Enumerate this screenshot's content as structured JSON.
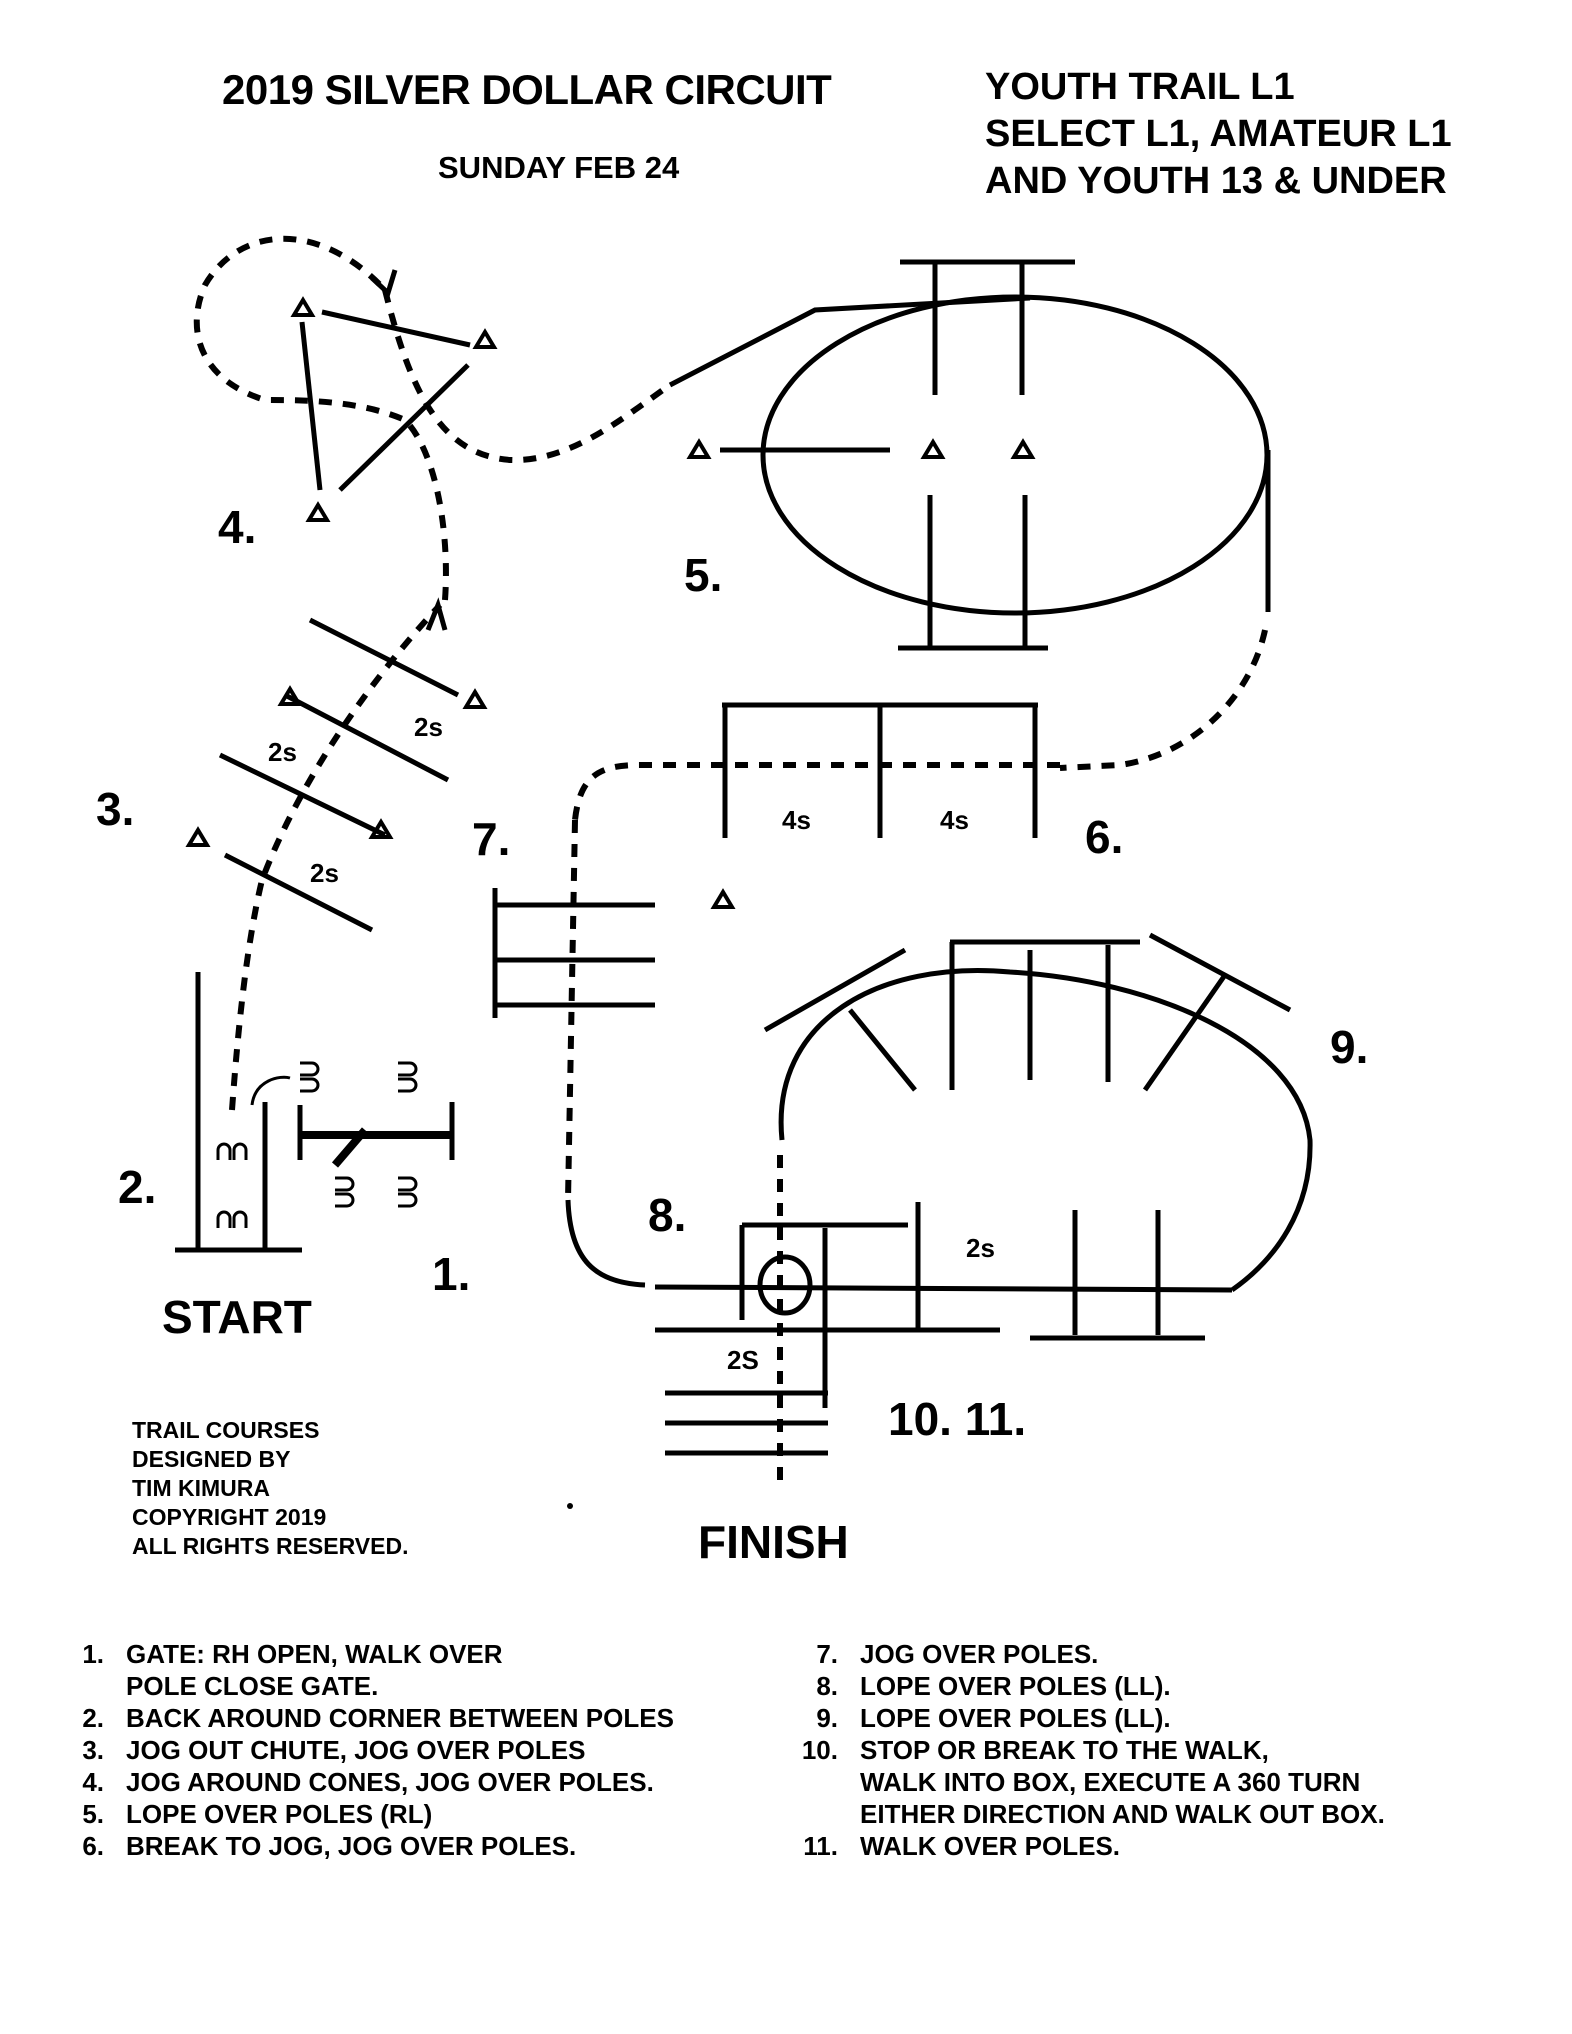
{
  "header": {
    "title": "2019 SILVER DOLLAR CIRCUIT",
    "date": "SUNDAY FEB 24",
    "classes": [
      "YOUTH TRAIL L1",
      "SELECT L1, AMATEUR L1",
      "AND YOUTH 13 & UNDER"
    ]
  },
  "diagram": {
    "obstacle_numbers": {
      "n1": "1.",
      "n2": "2.",
      "n3": "3.",
      "n4": "4.",
      "n5": "5.",
      "n6": "6.",
      "n7": "7.",
      "n8": "8.",
      "n9": "9.",
      "n10_11": "10. 11."
    },
    "spacing_labels": {
      "s3a": "2s",
      "s3b": "2s",
      "s3c": "2s",
      "s6a": "4s",
      "s6b": "4s",
      "s8": "2s",
      "s11": "2S"
    },
    "start_label": "START",
    "finish_label": "FINISH"
  },
  "credits": [
    "TRAIL COURSES",
    "DESIGNED BY",
    "TIM KIMURA",
    "COPYRIGHT 2019",
    "ALL RIGHTS RESERVED."
  ],
  "instructions": {
    "left": [
      {
        "num": "1.",
        "lines": [
          "GATE: RH OPEN, WALK OVER",
          "POLE CLOSE GATE."
        ]
      },
      {
        "num": "2.",
        "lines": [
          "BACK AROUND CORNER BETWEEN POLES"
        ]
      },
      {
        "num": "3.",
        "lines": [
          "JOG OUT CHUTE, JOG OVER POLES"
        ]
      },
      {
        "num": "4.",
        "lines": [
          "JOG AROUND CONES, JOG OVER POLES."
        ]
      },
      {
        "num": "5.",
        "lines": [
          "LOPE OVER POLES (RL)"
        ]
      },
      {
        "num": "6.",
        "lines": [
          "BREAK TO JOG, JOG OVER POLES."
        ]
      }
    ],
    "right": [
      {
        "num": "7.",
        "lines": [
          "JOG OVER POLES."
        ]
      },
      {
        "num": "8.",
        "lines": [
          "LOPE OVER POLES (LL)."
        ]
      },
      {
        "num": "9.",
        "lines": [
          "LOPE OVER POLES (LL)."
        ]
      },
      {
        "num": "10.",
        "lines": [
          "STOP OR BREAK TO THE WALK,",
          "WALK INTO BOX, EXECUTE A 360 TURN",
          "EITHER DIRECTION AND WALK OUT BOX."
        ]
      },
      {
        "num": "11.",
        "lines": [
          "WALK OVER POLES."
        ]
      }
    ]
  }
}
